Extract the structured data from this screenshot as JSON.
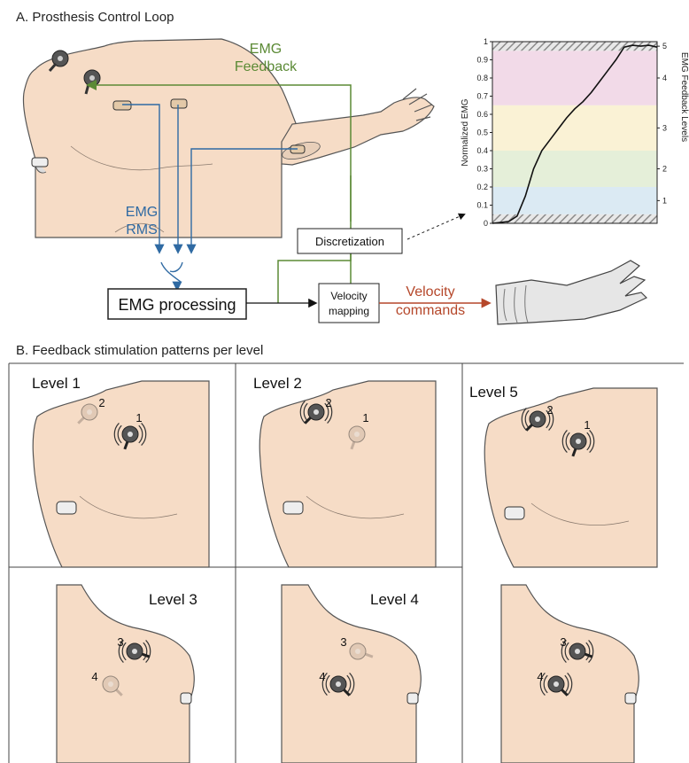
{
  "section_a": {
    "title": "A. Prosthesis Control Loop",
    "emg_feedback": [
      "EMG",
      "Feedback"
    ],
    "emg_rms": [
      "EMG",
      "RMS"
    ],
    "discretization": "Discretization",
    "emg_processing": "EMG processing",
    "velocity_mapping": [
      "Velocity",
      "mapping"
    ],
    "velocity_commands": [
      "Velocity",
      "commands"
    ]
  },
  "chart_data": {
    "type": "line",
    "ylabel": "Normalized EMG",
    "y2label": "EMG Feedback Levels",
    "ylim": [
      0,
      1
    ],
    "yticks": [
      "0",
      "0.1",
      "0.2",
      "0.3",
      "0.4",
      "0.5",
      "0.6",
      "0.7",
      "0.8",
      "0.9",
      "1"
    ],
    "y2ticks": [
      "1",
      "2",
      "3",
      "4",
      "5"
    ],
    "bands": [
      {
        "level": 0,
        "from": 0.0,
        "to": 0.05,
        "color": "#bdbdbd",
        "hatched": true
      },
      {
        "level": 1,
        "from": 0.05,
        "to": 0.2,
        "color": "#dbeaf3"
      },
      {
        "level": 2,
        "from": 0.2,
        "to": 0.4,
        "color": "#e5efd9"
      },
      {
        "level": 3,
        "from": 0.4,
        "to": 0.65,
        "color": "#faf2d5"
      },
      {
        "level": 4,
        "from": 0.65,
        "to": 0.95,
        "color": "#f2dae8"
      },
      {
        "level": 5,
        "from": 0.95,
        "to": 1.0,
        "color": "#bdbdbd",
        "hatched": true
      }
    ],
    "series": [
      {
        "x": [
          0,
          0.05,
          0.1,
          0.15,
          0.2,
          0.25,
          0.3,
          0.35,
          0.4,
          0.45,
          0.5,
          0.55,
          0.6,
          0.65,
          0.7,
          0.75,
          0.8,
          0.85,
          0.9,
          0.95,
          1.0
        ],
        "y": [
          0.0,
          0.005,
          0.01,
          0.04,
          0.15,
          0.3,
          0.4,
          0.46,
          0.52,
          0.58,
          0.63,
          0.67,
          0.72,
          0.78,
          0.84,
          0.9,
          0.97,
          0.98,
          0.975,
          0.98,
          0.97
        ]
      }
    ],
    "colors": {
      "line": "#111111"
    }
  },
  "section_b": {
    "title": "B. Feedback stimulation patterns per level",
    "panels": {
      "level1": "Level 1",
      "level2": "Level 2",
      "level5": "Level 5",
      "level3": "Level 3",
      "level4": "Level 4"
    },
    "electrode_numbers": {
      "one": "1",
      "two": "2",
      "three": "3",
      "four": "4"
    }
  },
  "colors": {
    "skin": "#f6dcc6",
    "skin_outline": "#555555",
    "feedback_green": "#5b8a35",
    "rms_blue": "#2f6aa3",
    "velocity_red": "#b5472a"
  }
}
